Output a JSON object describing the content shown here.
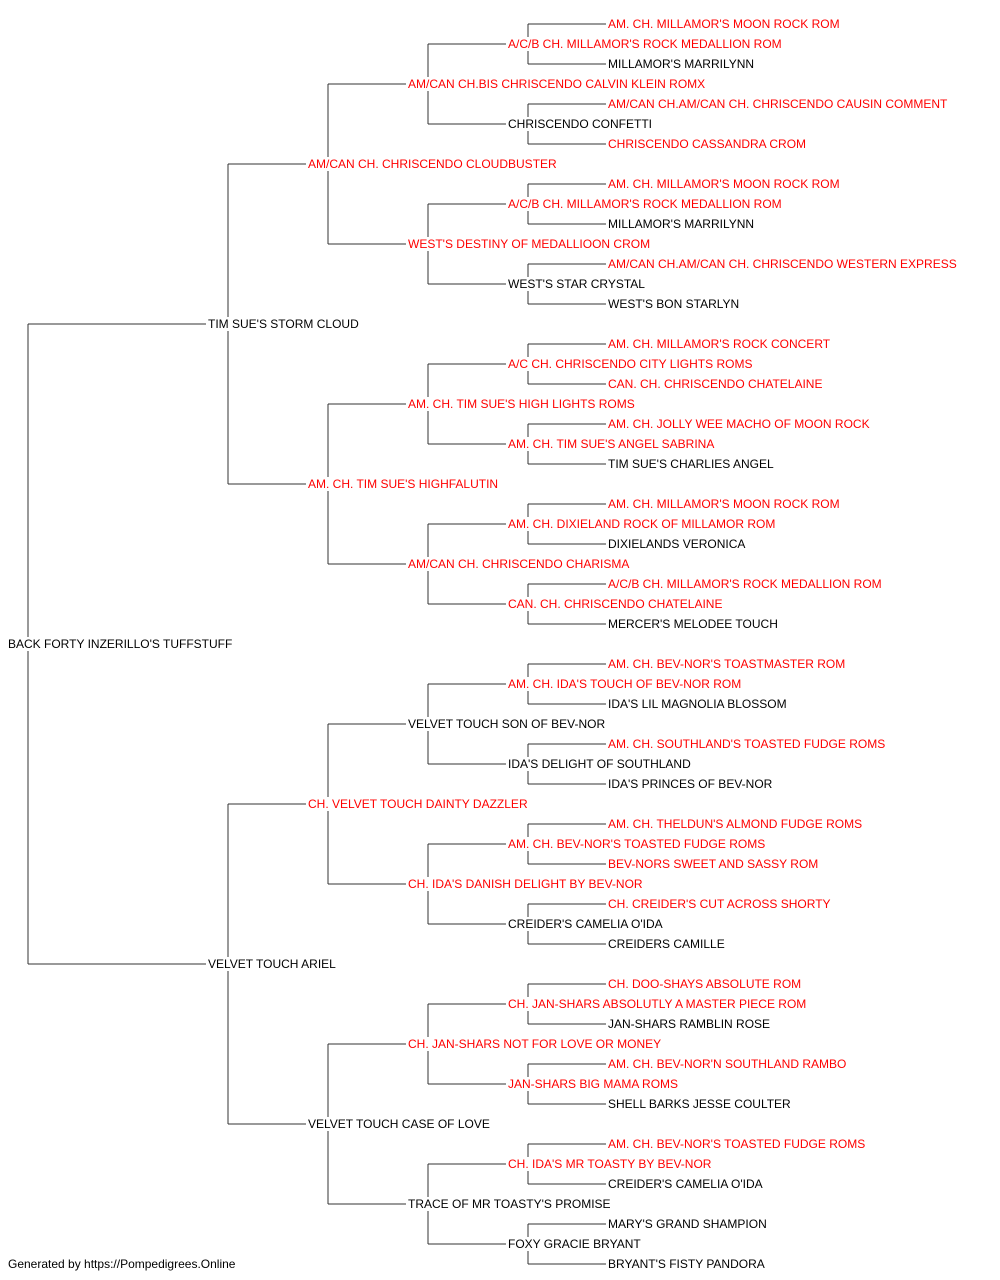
{
  "colors": {
    "champion": "#ff0000",
    "regular": "#000000",
    "lines": "#333333"
  },
  "pedigree": {
    "name": "BACK FORTY INZERILLO'S TUFFSTUFF",
    "champion": false,
    "sire": {
      "name": "TIM SUE'S STORM CLOUD",
      "champion": false,
      "sire": {
        "name": "AM/CAN CH. CHRISCENDO CLOUDBUSTER",
        "champion": true,
        "sire": {
          "name": "AM/CAN CH.BIS CHRISCENDO CALVIN KLEIN ROMX",
          "champion": true,
          "sire": {
            "name": "A/C/B CH. MILLAMOR'S ROCK MEDALLION ROM",
            "champion": true,
            "sire": {
              "name": "AM. CH. MILLAMOR'S MOON ROCK ROM",
              "champion": true
            },
            "dam": {
              "name": "MILLAMOR'S MARRILYNN",
              "champion": false
            }
          },
          "dam": {
            "name": "CHRISCENDO CONFETTI",
            "champion": false,
            "sire": {
              "name": "AM/CAN CH.AM/CAN CH. CHRISCENDO CAUSIN COMMENT",
              "champion": true
            },
            "dam": {
              "name": "CHRISCENDO CASSANDRA CROM",
              "champion": true
            }
          }
        },
        "dam": {
          "name": "WEST'S DESTINY OF MEDALLIOON CROM",
          "champion": true,
          "sire": {
            "name": "A/C/B CH. MILLAMOR'S ROCK MEDALLION ROM",
            "champion": true,
            "sire": {
              "name": "AM. CH. MILLAMOR'S MOON ROCK ROM",
              "champion": true
            },
            "dam": {
              "name": "MILLAMOR'S MARRILYNN",
              "champion": false
            }
          },
          "dam": {
            "name": "WEST'S STAR CRYSTAL",
            "champion": false,
            "sire": {
              "name": "AM/CAN CH.AM/CAN CH. CHRISCENDO WESTERN EXPRESS",
              "champion": true
            },
            "dam": {
              "name": "WEST'S BON STARLYN",
              "champion": false
            }
          }
        }
      },
      "dam": {
        "name": "AM. CH. TIM SUE'S HIGHFALUTIN",
        "champion": true,
        "sire": {
          "name": "AM. CH. TIM SUE'S HIGH LIGHTS ROMS",
          "champion": true,
          "sire": {
            "name": "A/C CH. CHRISCENDO CITY LIGHTS ROMS",
            "champion": true,
            "sire": {
              "name": "AM. CH. MILLAMOR'S ROCK CONCERT",
              "champion": true
            },
            "dam": {
              "name": "CAN. CH. CHRISCENDO CHATELAINE",
              "champion": true
            }
          },
          "dam": {
            "name": "AM. CH. TIM SUE'S ANGEL SABRINA",
            "champion": true,
            "sire": {
              "name": "AM. CH. JOLLY WEE MACHO OF MOON ROCK",
              "champion": true
            },
            "dam": {
              "name": "TIM SUE'S CHARLIES ANGEL",
              "champion": false
            }
          }
        },
        "dam": {
          "name": "AM/CAN CH. CHRISCENDO CHARISMA",
          "champion": true,
          "sire": {
            "name": "AM. CH. DIXIELAND ROCK OF MILLAMOR ROM",
            "champion": true,
            "sire": {
              "name": "AM. CH. MILLAMOR'S MOON ROCK ROM",
              "champion": true
            },
            "dam": {
              "name": "DIXIELANDS VERONICA",
              "champion": false
            }
          },
          "dam": {
            "name": "CAN. CH. CHRISCENDO CHATELAINE",
            "champion": true,
            "sire": {
              "name": "A/C/B CH. MILLAMOR'S ROCK MEDALLION ROM",
              "champion": true
            },
            "dam": {
              "name": "MERCER'S MELODEE TOUCH",
              "champion": false
            }
          }
        }
      }
    },
    "dam": {
      "name": "VELVET TOUCH ARIEL",
      "champion": false,
      "sire": {
        "name": "CH. VELVET TOUCH DAINTY DAZZLER",
        "champion": true,
        "sire": {
          "name": "VELVET TOUCH SON OF BEV-NOR",
          "champion": false,
          "sire": {
            "name": "AM. CH. IDA'S TOUCH OF BEV-NOR ROM",
            "champion": true,
            "sire": {
              "name": "AM. CH. BEV-NOR'S TOASTMASTER ROM",
              "champion": true
            },
            "dam": {
              "name": "IDA'S LIL MAGNOLIA BLOSSOM",
              "champion": false
            }
          },
          "dam": {
            "name": "IDA'S DELIGHT OF SOUTHLAND",
            "champion": false,
            "sire": {
              "name": "AM. CH. SOUTHLAND'S TOASTED FUDGE ROMS",
              "champion": true
            },
            "dam": {
              "name": "IDA'S PRINCES OF BEV-NOR",
              "champion": false
            }
          }
        },
        "dam": {
          "name": "CH. IDA'S DANISH DELIGHT BY BEV-NOR",
          "champion": true,
          "sire": {
            "name": "AM. CH. BEV-NOR'S TOASTED FUDGE ROMS",
            "champion": true,
            "sire": {
              "name": "AM. CH. THELDUN'S ALMOND FUDGE ROMS",
              "champion": true
            },
            "dam": {
              "name": "BEV-NORS SWEET AND SASSY ROM",
              "champion": true
            }
          },
          "dam": {
            "name": "CREIDER'S CAMELIA O'IDA",
            "champion": false,
            "sire": {
              "name": "CH. CREIDER'S CUT ACROSS SHORTY",
              "champion": true
            },
            "dam": {
              "name": "CREIDERS CAMILLE",
              "champion": false
            }
          }
        }
      },
      "dam": {
        "name": "VELVET TOUCH CASE OF LOVE",
        "champion": false,
        "sire": {
          "name": "CH. JAN-SHARS NOT FOR LOVE OR MONEY",
          "champion": true,
          "sire": {
            "name": "CH. JAN-SHARS ABSOLUTLY A MASTER PIECE ROM",
            "champion": true,
            "sire": {
              "name": "CH. DOO-SHAYS ABSOLUTE ROM",
              "champion": true
            },
            "dam": {
              "name": "JAN-SHARS RAMBLIN ROSE",
              "champion": false
            }
          },
          "dam": {
            "name": "JAN-SHARS BIG MAMA ROMS",
            "champion": true,
            "sire": {
              "name": "AM. CH. BEV-NOR'N SOUTHLAND RAMBO",
              "champion": true
            },
            "dam": {
              "name": "SHELL BARKS JESSE COULTER",
              "champion": false
            }
          }
        },
        "dam": {
          "name": "TRACE OF MR TOASTY'S PROMISE",
          "champion": false,
          "sire": {
            "name": "CH. IDA'S MR TOASTY BY BEV-NOR",
            "champion": true,
            "sire": {
              "name": "AM. CH. BEV-NOR'S TOASTED FUDGE ROMS",
              "champion": true
            },
            "dam": {
              "name": "CREIDER'S CAMELIA O'IDA",
              "champion": false
            }
          },
          "dam": {
            "name": "FOXY GRACIE BRYANT",
            "champion": false,
            "sire": {
              "name": "MARY'S GRAND SHAMPION",
              "champion": false
            },
            "dam": {
              "name": "BRYANT'S FISTY PANDORA",
              "champion": false
            }
          }
        }
      }
    }
  },
  "footer": "Generated by https://Pompedigrees.Online"
}
